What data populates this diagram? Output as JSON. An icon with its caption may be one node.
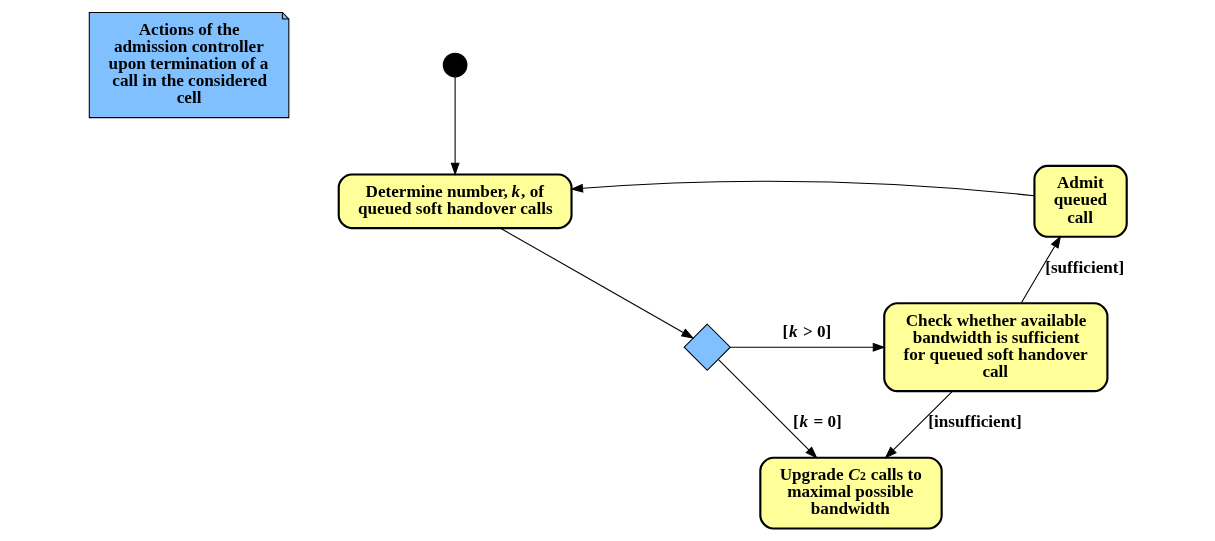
{
  "diagram": {
    "nodes": [
      {
        "text": [
          "Actions of the admission controller upon termination of a call in the considered cell"
        ]
      },
      {
        "text": [],
        "shape": "circle"
      },
      {
        "text": [
          "Determine number, *k*, of queued soft handover calls"
        ]
      },
      {
        "text": [],
        "shape": "diamond"
      },
      {
        "text": [
          "Check whether available bandwidth is sufficient for queued soft handover call"
        ]
      },
      {
        "text": [
          "Admit queued call"
        ]
      },
      {
        "text": [
          "Upgrade *C*$_{2}$ calls to maximal possible bandwidth"
        ]
      }
    ],
    "edges": [
      {
        "from": 1,
        "to": 2,
        "arrow": "to"
      },
      {
        "from": 2,
        "to": 3,
        "arrow": "to"
      },
      {
        "from": 3,
        "to": 4,
        "arrow": "to",
        "label": "[*k* > 0]"
      },
      {
        "from": 3,
        "to": 6,
        "arrow": "to",
        "label": "[*k* = 0]"
      },
      {
        "from": 4,
        "to": 5,
        "arrow": "to",
        "label": "[sufficient]"
      },
      {
        "from": 5,
        "to": 2,
        "arrow": "to"
      },
      {
        "from": 4,
        "to": 6,
        "arrow": "to",
        "label": "[insufficient]"
      }
    ]
  }
}
